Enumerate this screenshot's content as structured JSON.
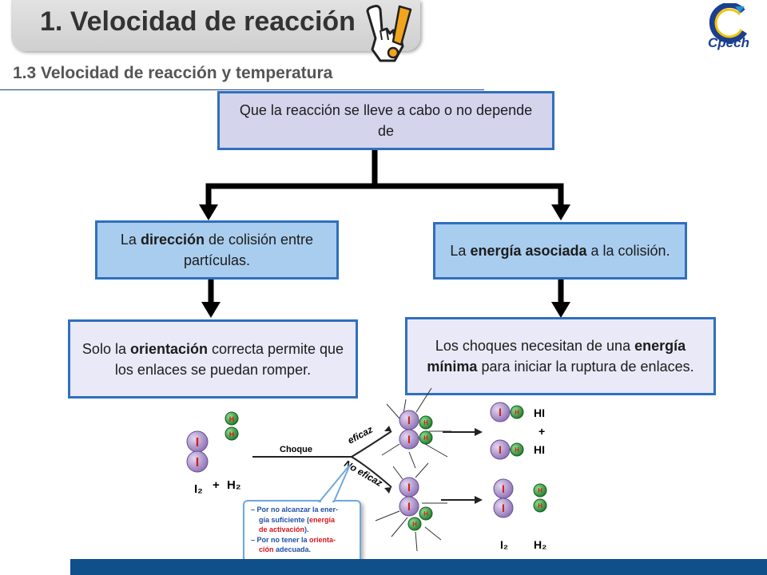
{
  "header": {
    "title": "1. Velocidad de reacción",
    "logo_text": "Cpech",
    "subtitle": "1.3 Velocidad de reacción y temperatura"
  },
  "boxes": {
    "top": "Que la reacción se lleve a cabo o no depende de",
    "left_mid": {
      "pre": "La ",
      "bold": "dirección",
      "post": " de colisión entre partículas."
    },
    "right_mid": {
      "pre": "La ",
      "bold": "energía asociada",
      "post": " a la colisión."
    },
    "left_bottom": {
      "pre": "Solo la ",
      "bold": "orientación",
      "post": " correcta permite que los enlaces se puedan romper."
    },
    "right_bottom": {
      "pre": "Los choques necesitan de una ",
      "bold": "energía mínima",
      "post": " para iniciar la ruptura de enlaces."
    }
  },
  "illustration": {
    "atom_i": "I",
    "atom_h": "H",
    "reactants": [
      "I₂",
      "+",
      "H₂"
    ],
    "collision_label": "Choque",
    "effective_label": "eficaz",
    "ineffective_label": "No eficaz",
    "products_effective": [
      "HI",
      "+",
      "HI"
    ],
    "products_ineffective": [
      "I₂",
      "H₂"
    ],
    "note_lines": [
      [
        {
          "t": "– ",
          "c": "blue"
        },
        {
          "t": "Por no alcanzar la ener-",
          "c": "blue"
        }
      ],
      [
        {
          "t": "gía suficiente (",
          "c": "blue"
        },
        {
          "t": "energía",
          "c": "red"
        }
      ],
      [
        {
          "t": "de activación",
          "c": "red"
        },
        {
          "t": ").",
          "c": "blue"
        }
      ],
      [
        {
          "t": "– ",
          "c": "blue"
        },
        {
          "t": "Por no tener la ",
          "c": "blue"
        },
        {
          "t": "orienta-",
          "c": "red"
        }
      ],
      [
        {
          "t": "ción",
          "c": "red"
        },
        {
          "t": " adecuada.",
          "c": "blue"
        }
      ]
    ]
  },
  "colors": {
    "box_border": "#2f6fbf",
    "top_box_fill": "#d4d4ec",
    "mid_box_fill": "#a9cdee",
    "bottom_box_fill": "#e9e9f7",
    "iodine_atom": "#b39ad1",
    "hydrogen_atom": "#2f9a40",
    "footer_bar": "#0f4f8a"
  }
}
